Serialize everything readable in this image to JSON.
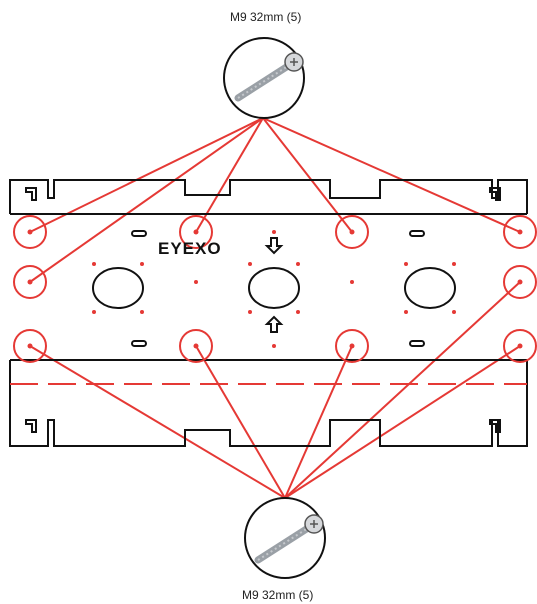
{
  "screw_label_top": "M9 32mm (5)",
  "screw_label_bottom": "M9 32mm (5)",
  "brand_name": "EYEXO",
  "colors": {
    "highlight": "#e53935",
    "outline": "#111111",
    "screw": "#9aa0a6"
  },
  "icons": [
    "screw-icon",
    "up-arrow-icon",
    "down-arrow-icon"
  ]
}
